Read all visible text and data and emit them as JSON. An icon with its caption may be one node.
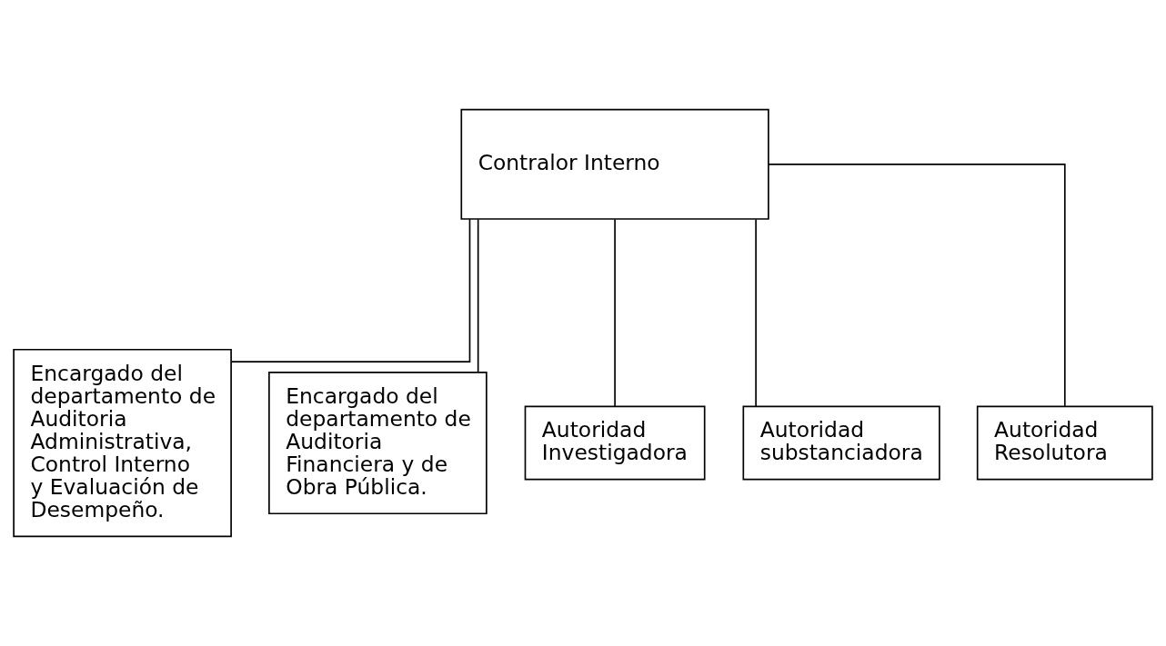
{
  "diagram": {
    "nodes": [
      {
        "text": [
          "Contralor Interno"
        ]
      },
      {
        "text": [
          "Encargado del departamento de Auditoria Administrativa, Control Interno y Evaluación de Desempeño."
        ]
      },
      {
        "text": [
          "Encargado del departamento de Auditoria Financiera y de Obra Pública."
        ]
      },
      {
        "text": [
          "Autoridad Investigadora"
        ]
      },
      {
        "text": [
          "Autoridad substanciadora"
        ]
      },
      {
        "text": [
          "Autoridad Resolutora"
        ]
      }
    ],
    "edges": [
      {
        "from": 0,
        "to": 1,
        "arrow": "none"
      },
      {
        "from": 0,
        "to": 2,
        "arrow": "none"
      },
      {
        "from": 0,
        "to": 3,
        "arrow": "none"
      },
      {
        "from": 0,
        "to": 4,
        "arrow": "none"
      },
      {
        "from": 0,
        "to": 5,
        "arrow": "none"
      }
    ]
  }
}
